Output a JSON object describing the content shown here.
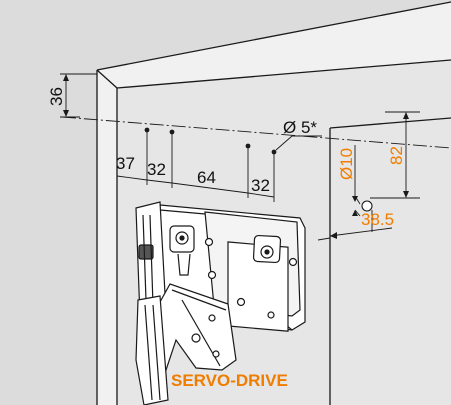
{
  "dimensions": {
    "offset_top": "36",
    "hole_1": "37",
    "hole_2": "32",
    "hole_3": "64",
    "hole_4": "32",
    "hole_diameter": "Ø 5*",
    "drill_diameter": "Ø10",
    "height": "82",
    "depth": "38.5"
  },
  "product_label": "SERVO-DRIVE",
  "colors": {
    "background": "#dcdcdc",
    "cabinet_face": "#e8e8e8",
    "line": "#1a1a1a",
    "accent": "#f07d00",
    "mechanism": "#ffffff"
  }
}
